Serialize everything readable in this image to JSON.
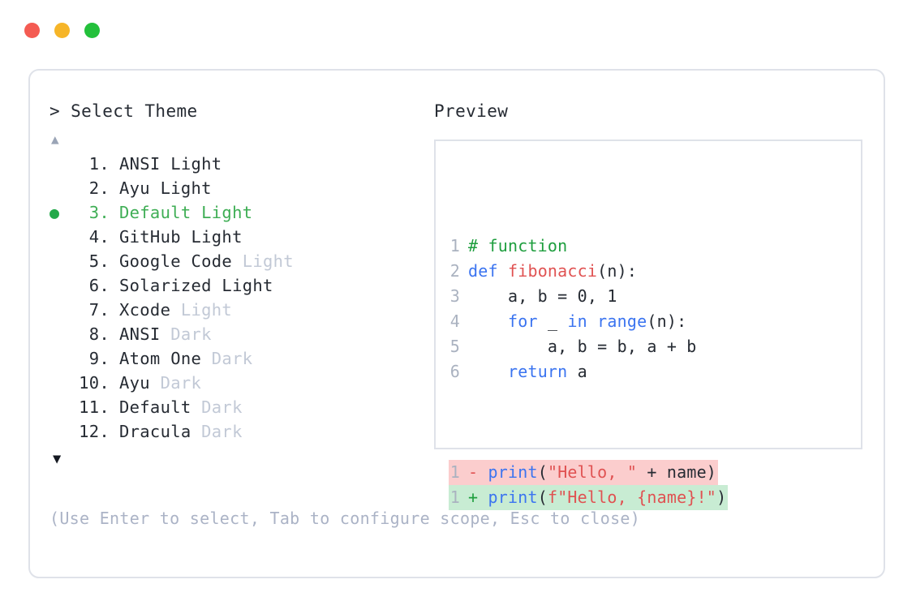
{
  "window": {
    "traffic_lights": [
      {
        "name": "close-button",
        "color": "#f45b52"
      },
      {
        "name": "minimize-button",
        "color": "#f6b528"
      },
      {
        "name": "maximize-button",
        "color": "#23c03b"
      }
    ]
  },
  "colors": {
    "card_border": "#dfe2e9",
    "text": "#262b33",
    "muted": "#c2c9d6",
    "hint": "#abb3c6",
    "selected_green": "#3fae55",
    "bullet_green": "#23a94a",
    "line_number": "#aab2c0",
    "comment": "#1e9e3e",
    "keyword": "#3b74f0",
    "function": "#e05252",
    "string": "#e05252",
    "diff_del_bg": "#fbcdcd",
    "diff_add_bg": "#c8ecd3"
  },
  "selector": {
    "prompt": "> Select Theme",
    "scroll_up_indicator": "▲",
    "scroll_down_indicator": "▼",
    "selected_index": 3,
    "selected_bullet": "●",
    "items": [
      {
        "number": "1.",
        "name": "ANSI",
        "variant": "Light",
        "variant_muted": false,
        "selected": false
      },
      {
        "number": "2.",
        "name": "Ayu",
        "variant": "Light",
        "variant_muted": false,
        "selected": false
      },
      {
        "number": "3.",
        "name": "Default",
        "variant": "Light",
        "variant_muted": false,
        "selected": true
      },
      {
        "number": "4.",
        "name": "GitHub",
        "variant": "Light",
        "variant_muted": false,
        "selected": false
      },
      {
        "number": "5.",
        "name": "Google Code",
        "variant": "Light",
        "variant_muted": true,
        "selected": false
      },
      {
        "number": "6.",
        "name": "Solarized",
        "variant": "Light",
        "variant_muted": false,
        "selected": false
      },
      {
        "number": "7.",
        "name": "Xcode",
        "variant": "Light",
        "variant_muted": true,
        "selected": false
      },
      {
        "number": "8.",
        "name": "ANSI",
        "variant": "Dark",
        "variant_muted": true,
        "selected": false
      },
      {
        "number": "9.",
        "name": "Atom One",
        "variant": "Dark",
        "variant_muted": true,
        "selected": false
      },
      {
        "number": "10.",
        "name": "Ayu",
        "variant": "Dark",
        "variant_muted": true,
        "selected": false
      },
      {
        "number": "11.",
        "name": "Default",
        "variant": "Dark",
        "variant_muted": true,
        "selected": false
      },
      {
        "number": "12.",
        "name": "Dracula",
        "variant": "Dark",
        "variant_muted": true,
        "selected": false
      }
    ],
    "hint": "(Use Enter to select, Tab to configure scope, Esc to close)"
  },
  "preview": {
    "title": "Preview",
    "code_lines": [
      {
        "number": "1",
        "tokens": [
          {
            "t": "# function",
            "c": "comment"
          }
        ]
      },
      {
        "number": "2",
        "tokens": [
          {
            "t": "def ",
            "c": "keyword"
          },
          {
            "t": "fibonacci",
            "c": "func"
          },
          {
            "t": "(n):",
            "c": "plain"
          }
        ]
      },
      {
        "number": "3",
        "tokens": [
          {
            "t": "    a, b = 0, 1",
            "c": "plain"
          }
        ]
      },
      {
        "number": "4",
        "tokens": [
          {
            "t": "    ",
            "c": "plain"
          },
          {
            "t": "for",
            "c": "keyword"
          },
          {
            "t": " _ ",
            "c": "plain"
          },
          {
            "t": "in range",
            "c": "keyword"
          },
          {
            "t": "(n):",
            "c": "plain"
          }
        ]
      },
      {
        "number": "5",
        "tokens": [
          {
            "t": "        a, b = b, a + b",
            "c": "plain"
          }
        ]
      },
      {
        "number": "6",
        "tokens": [
          {
            "t": "    ",
            "c": "plain"
          },
          {
            "t": "return",
            "c": "keyword"
          },
          {
            "t": " a",
            "c": "plain"
          }
        ]
      }
    ],
    "diff_lines": [
      {
        "number": "1",
        "sign": "-",
        "kind": "del",
        "tokens": [
          {
            "t": "print",
            "c": "keyword"
          },
          {
            "t": "(",
            "c": "plain"
          },
          {
            "t": "\"Hello, \"",
            "c": "string"
          },
          {
            "t": " + name)",
            "c": "plain"
          }
        ]
      },
      {
        "number": "1",
        "sign": "+",
        "kind": "add",
        "tokens": [
          {
            "t": "print",
            "c": "keyword"
          },
          {
            "t": "(",
            "c": "plain"
          },
          {
            "t": "f\"Hello, {name}!\"",
            "c": "string"
          },
          {
            "t": ")",
            "c": "plain"
          }
        ]
      }
    ]
  }
}
